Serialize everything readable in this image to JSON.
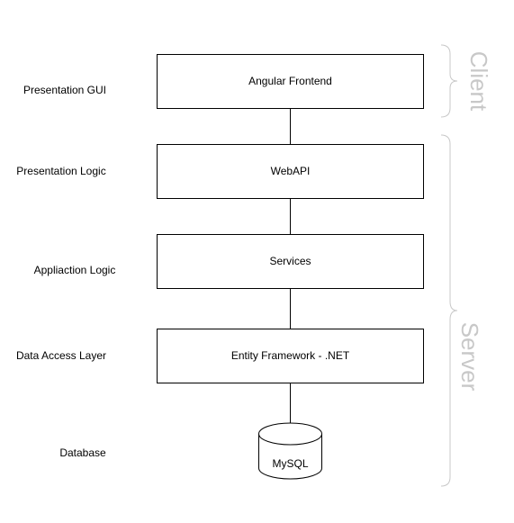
{
  "layers": [
    {
      "label": "Presentation GUI",
      "component": "Angular Frontend"
    },
    {
      "label": "Presentation Logic",
      "component": "WebAPI"
    },
    {
      "label": "Appliaction Logic",
      "component": "Services"
    },
    {
      "label": "Data Access Layer",
      "component": "Entity Framework - .NET"
    },
    {
      "label": "Database",
      "component": "MySQL"
    }
  ],
  "tiers": {
    "client": "Client",
    "server": "Server"
  },
  "colors": {
    "stroke": "#000000",
    "tier_gray": "#c8c8c8",
    "background": "#ffffff"
  }
}
